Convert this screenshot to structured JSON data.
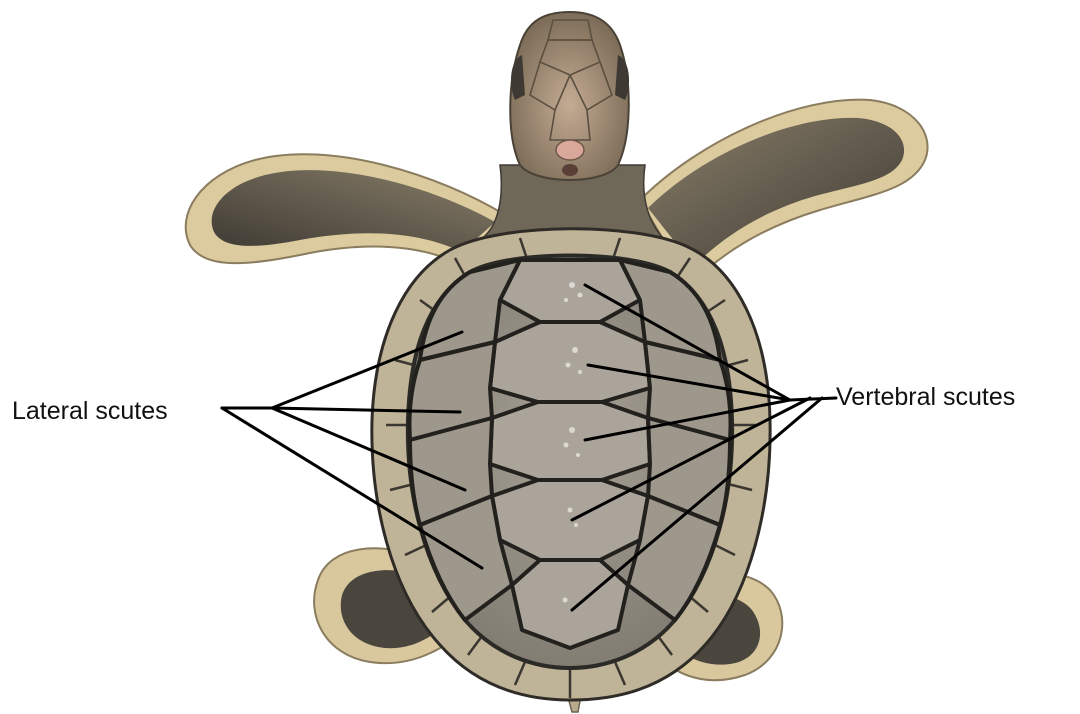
{
  "labels": {
    "lateral": "Lateral scutes",
    "vertebral": "Vertebral scutes"
  },
  "colors": {
    "background": "#ffffff",
    "shell_scute": "#9a948a",
    "scute_seam": "#2b2a27",
    "marginal_scute": "#b9ad93",
    "flipper_dark": "#4d4940",
    "flipper_edge": "#d9c79e",
    "head": "#8f7f68",
    "leader_line": "#000000"
  },
  "illustration": "loggerhead-sea-turtle-hatchling-dorsal-view"
}
